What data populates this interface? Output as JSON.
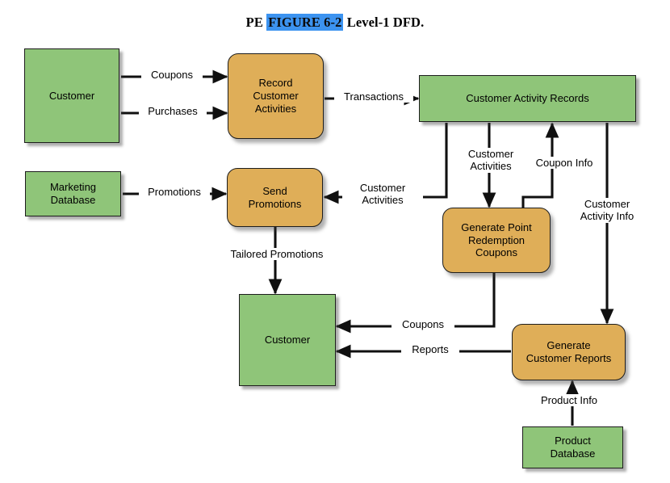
{
  "figure": {
    "title_prefix": "PE ",
    "title_highlight": "FIGURE 6-2",
    "title_suffix": " Level-1 DFD.",
    "colors": {
      "entity_fill": "#8fc579",
      "process_fill": "#dfae58",
      "stroke": "#1d1d1d",
      "highlight": "#3c93f0",
      "background": "#ffffff"
    }
  },
  "nodes": {
    "customer_top": {
      "label": "Customer",
      "type": "external-entity"
    },
    "record_customer_activities": {
      "label": "Record\nCustomer\nActivities",
      "type": "process"
    },
    "customer_activity_records": {
      "label": "Customer Activity Records",
      "type": "data-store"
    },
    "marketing_database": {
      "label": "Marketing\nDatabase",
      "type": "data-store"
    },
    "send_promotions": {
      "label": "Send\nPromotions",
      "type": "process"
    },
    "generate_point_redemption_coupons": {
      "label": "Generate Point\nRedemption\nCoupons",
      "type": "process"
    },
    "customer_bottom": {
      "label": "Customer",
      "type": "external-entity"
    },
    "generate_customer_reports": {
      "label": "Generate\nCustomer Reports",
      "type": "process"
    },
    "product_database": {
      "label": "Product\nDatabase",
      "type": "data-store"
    }
  },
  "flows": [
    {
      "id": "coupons_in",
      "label": "Coupons",
      "from": "customer_top",
      "to": "record_customer_activities"
    },
    {
      "id": "purchases",
      "label": "Purchases",
      "from": "customer_top",
      "to": "record_customer_activities"
    },
    {
      "id": "transactions",
      "label": "Transactions",
      "from": "record_customer_activities",
      "to": "customer_activity_records"
    },
    {
      "id": "customer_activities_sp",
      "label": "Customer\nActivities",
      "from": "customer_activity_records",
      "to": "send_promotions"
    },
    {
      "id": "customer_activities_gp",
      "label": "Customer\nActivities",
      "from": "customer_activity_records",
      "to": "generate_point_redemption_coupons"
    },
    {
      "id": "coupon_info",
      "label": "Coupon Info",
      "from": "generate_point_redemption_coupons",
      "to": "customer_activity_records"
    },
    {
      "id": "customer_activity_info",
      "label": "Customer\nActivity Info",
      "from": "customer_activity_records",
      "to": "generate_customer_reports"
    },
    {
      "id": "promotions",
      "label": "Promotions",
      "from": "marketing_database",
      "to": "send_promotions"
    },
    {
      "id": "tailored_promotions",
      "label": "Tailored Promotions",
      "from": "send_promotions",
      "to": "customer_bottom"
    },
    {
      "id": "coupons_out",
      "label": "Coupons",
      "from": "generate_point_redemption_coupons",
      "to": "customer_bottom"
    },
    {
      "id": "reports",
      "label": "Reports",
      "from": "generate_customer_reports",
      "to": "customer_bottom"
    },
    {
      "id": "product_info",
      "label": "Product Info",
      "from": "product_database",
      "to": "generate_customer_reports"
    }
  ]
}
